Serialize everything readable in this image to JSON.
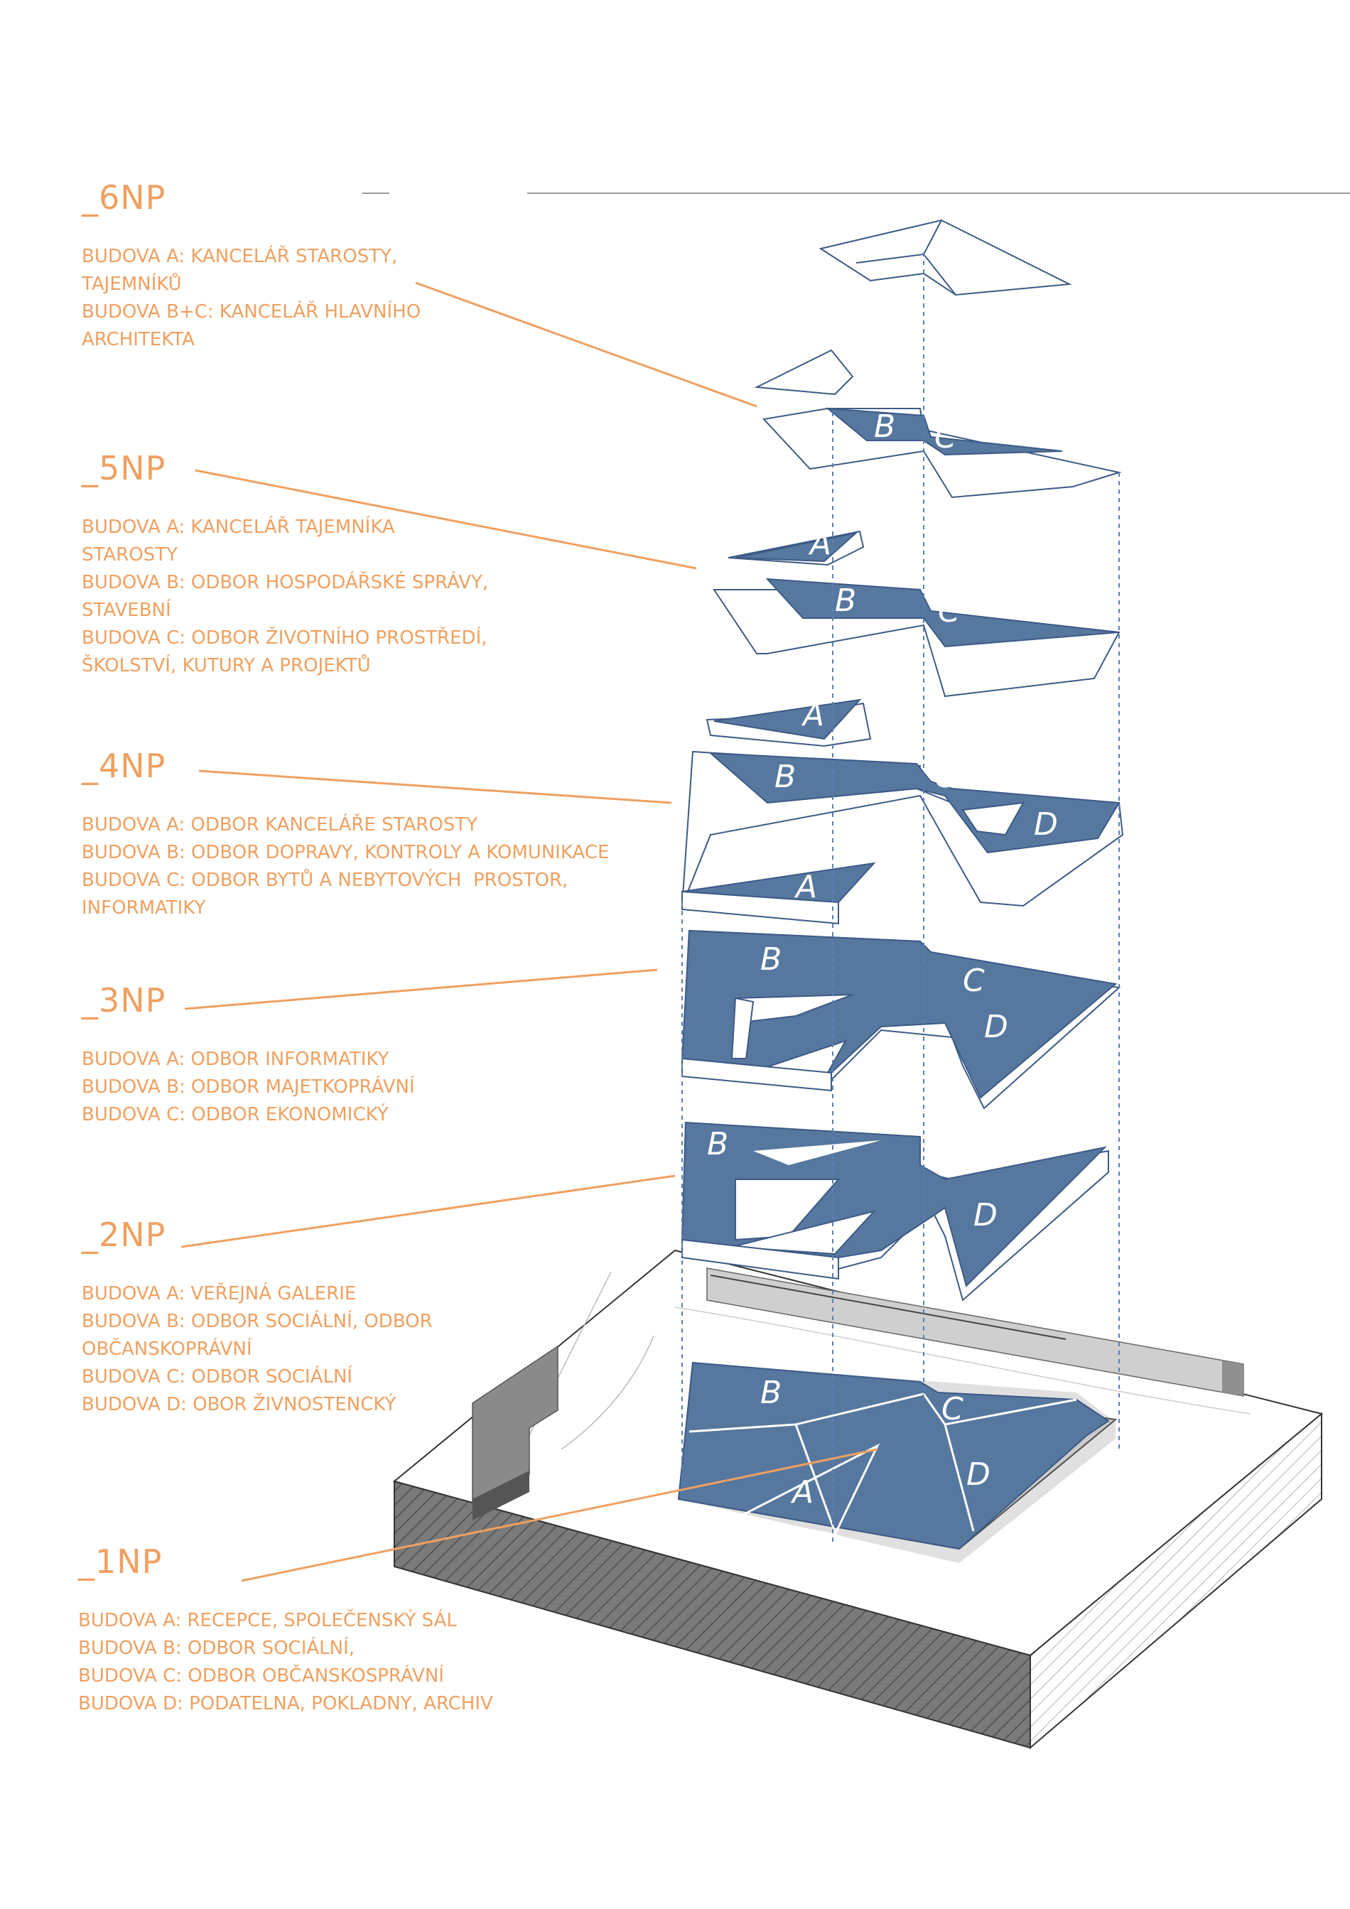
{
  "floors": [
    {
      "id": "6np",
      "title": "_6NP",
      "lines": [
        "BUDOVA A: KANCELÁŘ STAROSTY,",
        "TAJEMNÍKŮ",
        "BUDOVA B+C: KANCELÁŘ HLAVNÍHO",
        "ARCHITEKTA"
      ]
    },
    {
      "id": "5np",
      "title": "_5NP",
      "lines": [
        "BUDOVA A: KANCELÁŘ TAJEMNÍKA",
        "STAROSTY",
        "BUDOVA B: ODBOR HOSPODÁŘSKÉ SPRÁVY,",
        "STAVEBNÍ",
        "BUDOVA C: ODBOR ŽIVOTNÍHO PROSTŘEDÍ,",
        "ŠKOLSTVÍ, KUTURY A PROJEKTŮ"
      ]
    },
    {
      "id": "4np",
      "title": "_4NP",
      "lines": [
        "BUDOVA A: ODBOR KANCELÁŘE STAROSTY",
        "BUDOVA B: ODBOR DOPRAVY, KONTROLY A KOMUNIKACE",
        "BUDOVA C: ODBOR BYTŮ A NEBYTOVÝCH  PROSTOR,",
        "INFORMATIKY"
      ]
    },
    {
      "id": "3np",
      "title": "_3NP",
      "lines": [
        "BUDOVA A: ODBOR INFORMATIKY",
        "BUDOVA B: ODBOR MAJETKOPRÁVNÍ",
        "BUDOVA C: ODBOR EKONOMICKÝ"
      ]
    },
    {
      "id": "2np",
      "title": "_2NP",
      "lines": [
        "BUDOVA A: VEŘEJNÁ GALERIE",
        "BUDOVA B: ODBOR SOCIÁLNÍ, ODBOR",
        "OBČANSKOPRÁVNÍ",
        "BUDOVA C: ODBOR SOCIÁLNÍ",
        "BUDOVA D: OBOR ŽIVNOSTENCKÝ"
      ]
    },
    {
      "id": "1np",
      "title": "_1NP",
      "lines": [
        "BUDOVA A: RECEPCE, SPOLEČENSKÝ SÁL",
        "BUDOVA B: ODBOR SOCIÁLNÍ,",
        "BUDOVA C: ODBOR OBČANSKOSPRÁVNÍ",
        "BUDOVA D: PODATELNA, POKLADNY, ARCHIV"
      ]
    }
  ],
  "building_labels": {
    "a": "A",
    "b": "B",
    "c": "C",
    "d": "D"
  },
  "colors": {
    "text_orange": "#f0a060",
    "slab_blue": "#56789f",
    "outline_blue": "#3c5a85",
    "ground_gray": "#6e6e6e"
  }
}
